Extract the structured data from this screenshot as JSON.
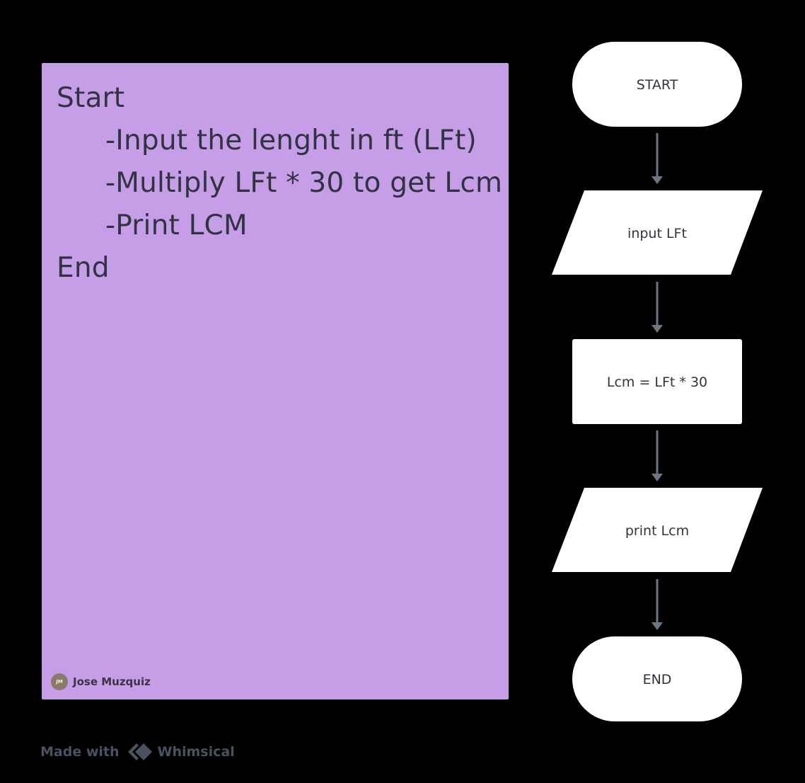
{
  "note": {
    "lines": [
      "Start",
      "-Input the lenght in ft (LFt)",
      "-Multiply LFt * 30 to get Lcm",
      "-Print LCM",
      "End"
    ],
    "author": {
      "initials": "JM",
      "name": "Jose Muzquiz"
    },
    "background_color": "#c69de7"
  },
  "flowchart": {
    "nodes": [
      {
        "id": "start",
        "shape": "terminal",
        "label": "START"
      },
      {
        "id": "input",
        "shape": "parallelogram",
        "label": "input LFt"
      },
      {
        "id": "process",
        "shape": "rectangle",
        "label": "Lcm = LFt * 30"
      },
      {
        "id": "output",
        "shape": "parallelogram",
        "label": "print Lcm"
      },
      {
        "id": "end",
        "shape": "terminal",
        "label": "END"
      }
    ],
    "edges": [
      {
        "from": "start",
        "to": "input"
      },
      {
        "from": "input",
        "to": "process"
      },
      {
        "from": "process",
        "to": "output"
      },
      {
        "from": "output",
        "to": "end"
      }
    ],
    "node_color": "#ffffff",
    "arrow_color": "#6b7785"
  },
  "footer": {
    "made_with": "Made with",
    "brand": "Whimsical"
  }
}
